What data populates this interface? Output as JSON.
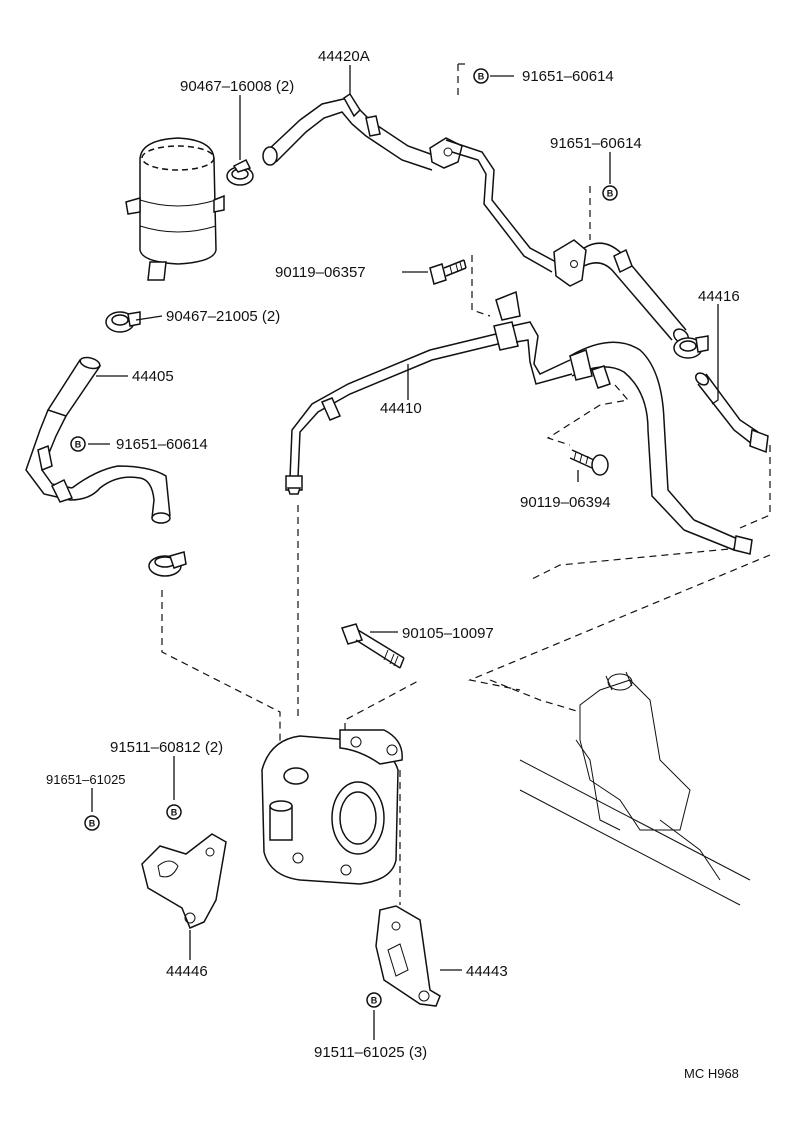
{
  "diagram": {
    "labels": {
      "p44420A": "44420A",
      "p90467_16008": "90467–16008 (2)",
      "p91651_60614_a": "91651–60614",
      "p91651_60614_b": "91651–60614",
      "p90119_06357": "90119–06357",
      "p90467_21005": "90467–21005 (2)",
      "p44416": "44416",
      "p44405": "44405",
      "p44410": "44410",
      "p91651_60614_c": "91651–60614",
      "p90119_06394": "90119–06394",
      "p90105_10097": "90105–10097",
      "p91511_60812": "91511–60812 (2)",
      "p91651_61025": "91651–61025",
      "p44446": "44446",
      "p44443": "44443",
      "p91511_61025": "91511–61025 (3)",
      "code": "MC  H968"
    },
    "bolt_marker": "B"
  }
}
